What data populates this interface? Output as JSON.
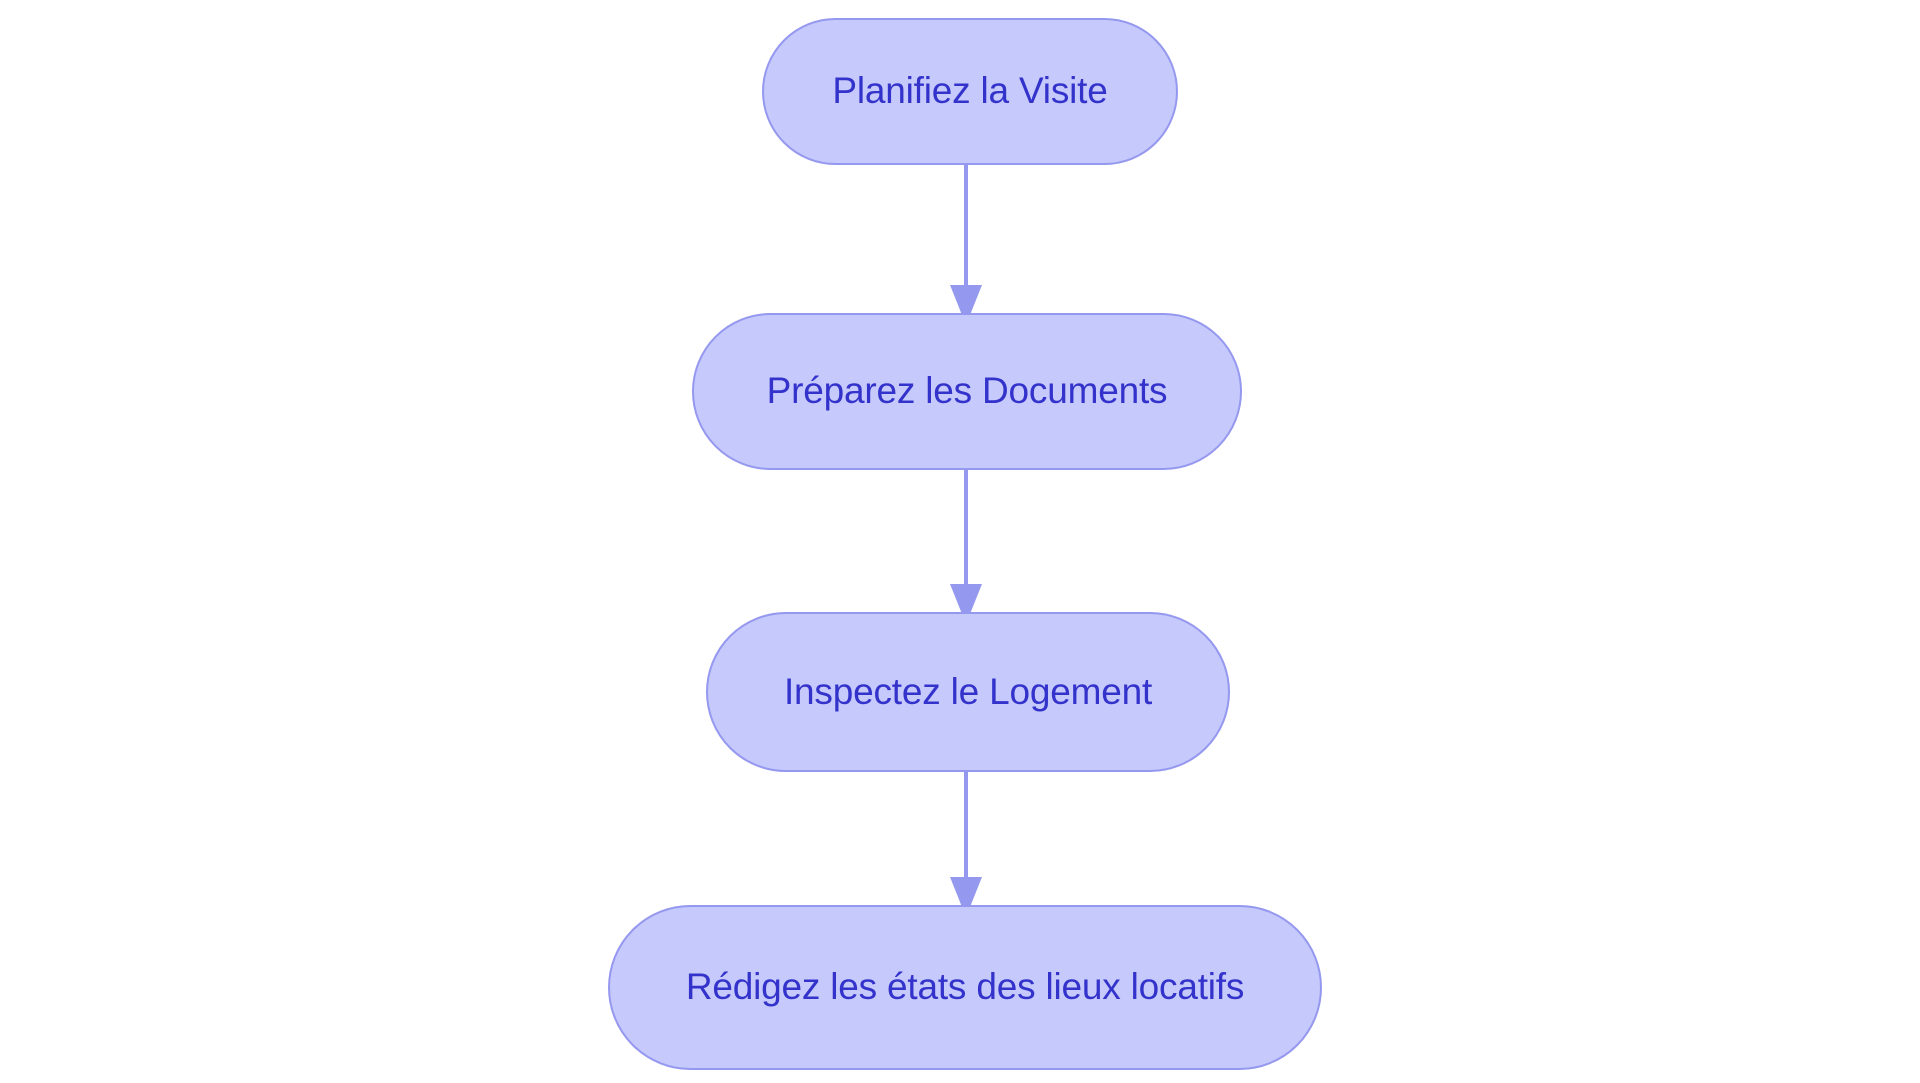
{
  "diagram": {
    "type": "flowchart",
    "direction": "top-to-bottom",
    "background_color": "#ffffff",
    "node_fill_color": "#c6c9fb",
    "node_border_color": "#9598ef",
    "node_text_color": "#3333cc",
    "edge_color": "#9598ef",
    "nodes": [
      {
        "id": "n1",
        "label": "Planifiez la Visite"
      },
      {
        "id": "n2",
        "label": "Préparez les Documents"
      },
      {
        "id": "n3",
        "label": "Inspectez le Logement"
      },
      {
        "id": "n4",
        "label": "Rédigez les états des lieux locatifs"
      }
    ],
    "edges": [
      {
        "id": "e1",
        "from": "n1",
        "to": "n2",
        "label": ""
      },
      {
        "id": "e2",
        "from": "n2",
        "to": "n3",
        "label": ""
      },
      {
        "id": "e3",
        "from": "n3",
        "to": "n4",
        "label": ""
      }
    ]
  }
}
